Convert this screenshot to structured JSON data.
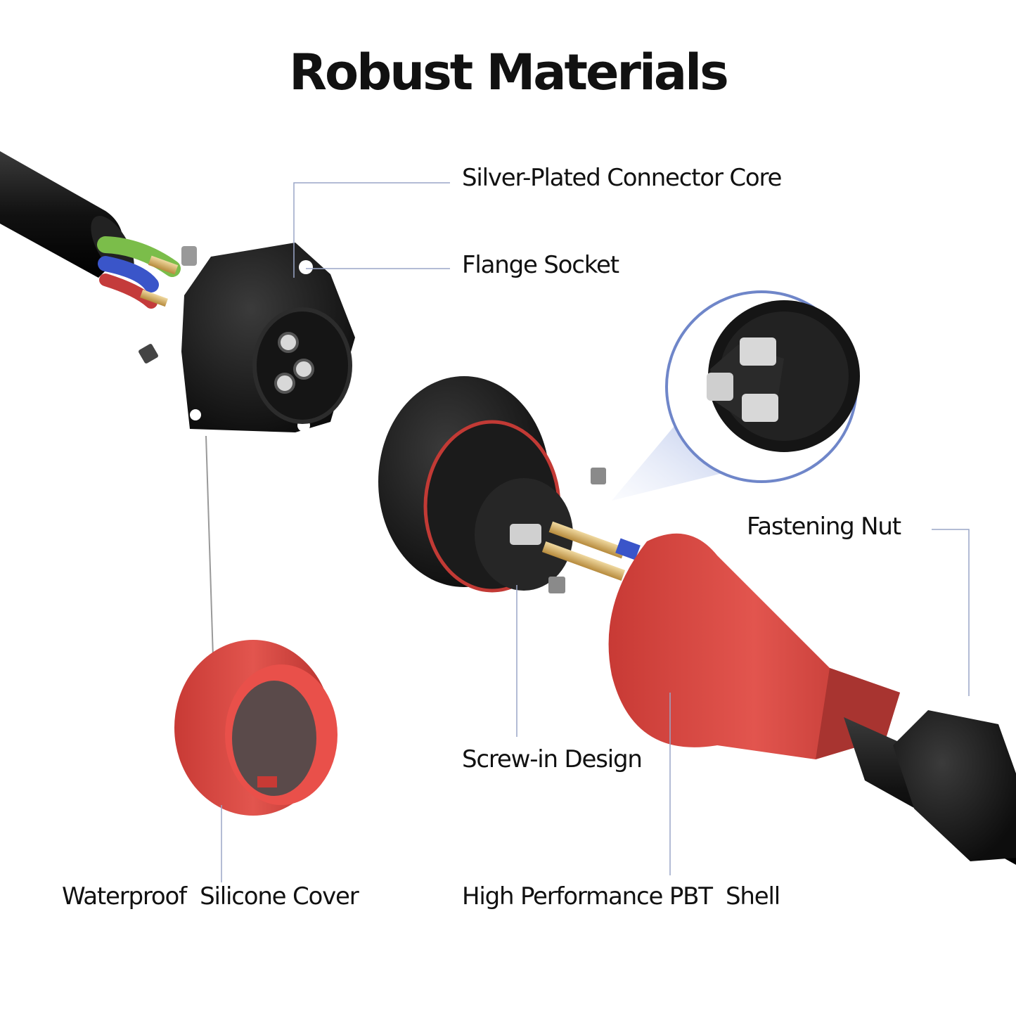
{
  "title": "Robust Materials",
  "labels": {
    "core": "Silver-Plated Connector Core",
    "flange": "Flange Socket",
    "nut": "Fastening Nut",
    "screw": "Screw-in Design",
    "cover": "Waterproof  Silicone Cover",
    "shell": "High Performance PBT  Shell"
  },
  "colors": {
    "leader_line": "#9aa6c7",
    "connector_red": "#d94a44",
    "body_black": "#1a1a1a",
    "accent_blue": "#6f86c9"
  }
}
